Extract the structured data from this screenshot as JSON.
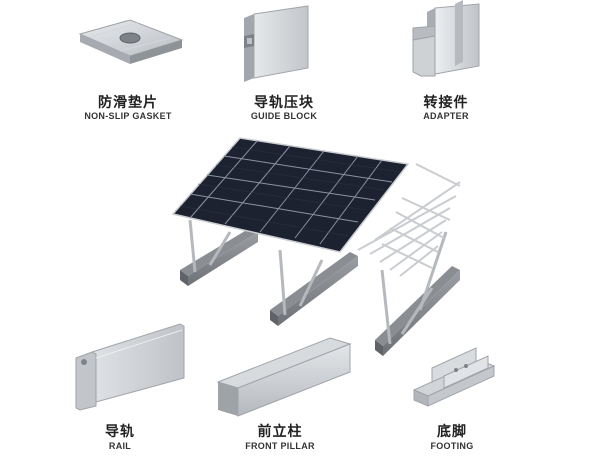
{
  "components": {
    "gasket": {
      "cn": "防滑垫片",
      "en": "NON-SLIP GASKET"
    },
    "guide": {
      "cn": "导轨压块",
      "en": "GUIDE BLOCK"
    },
    "adapter": {
      "cn": "转接件",
      "en": "ADAPTER"
    },
    "rail": {
      "cn": "导轨",
      "en": "RAIL"
    },
    "pillar": {
      "cn": "前立柱",
      "en": "FRONT PILLAR"
    },
    "footing": {
      "cn": "底脚",
      "en": "FOOTING"
    }
  },
  "colors": {
    "aluminum": "#c9ccd0",
    "aluminum_dark": "#9ea3a8",
    "panel": "#1c2230",
    "panel_grid": "#8b93a3",
    "concrete": "#7d8085"
  }
}
